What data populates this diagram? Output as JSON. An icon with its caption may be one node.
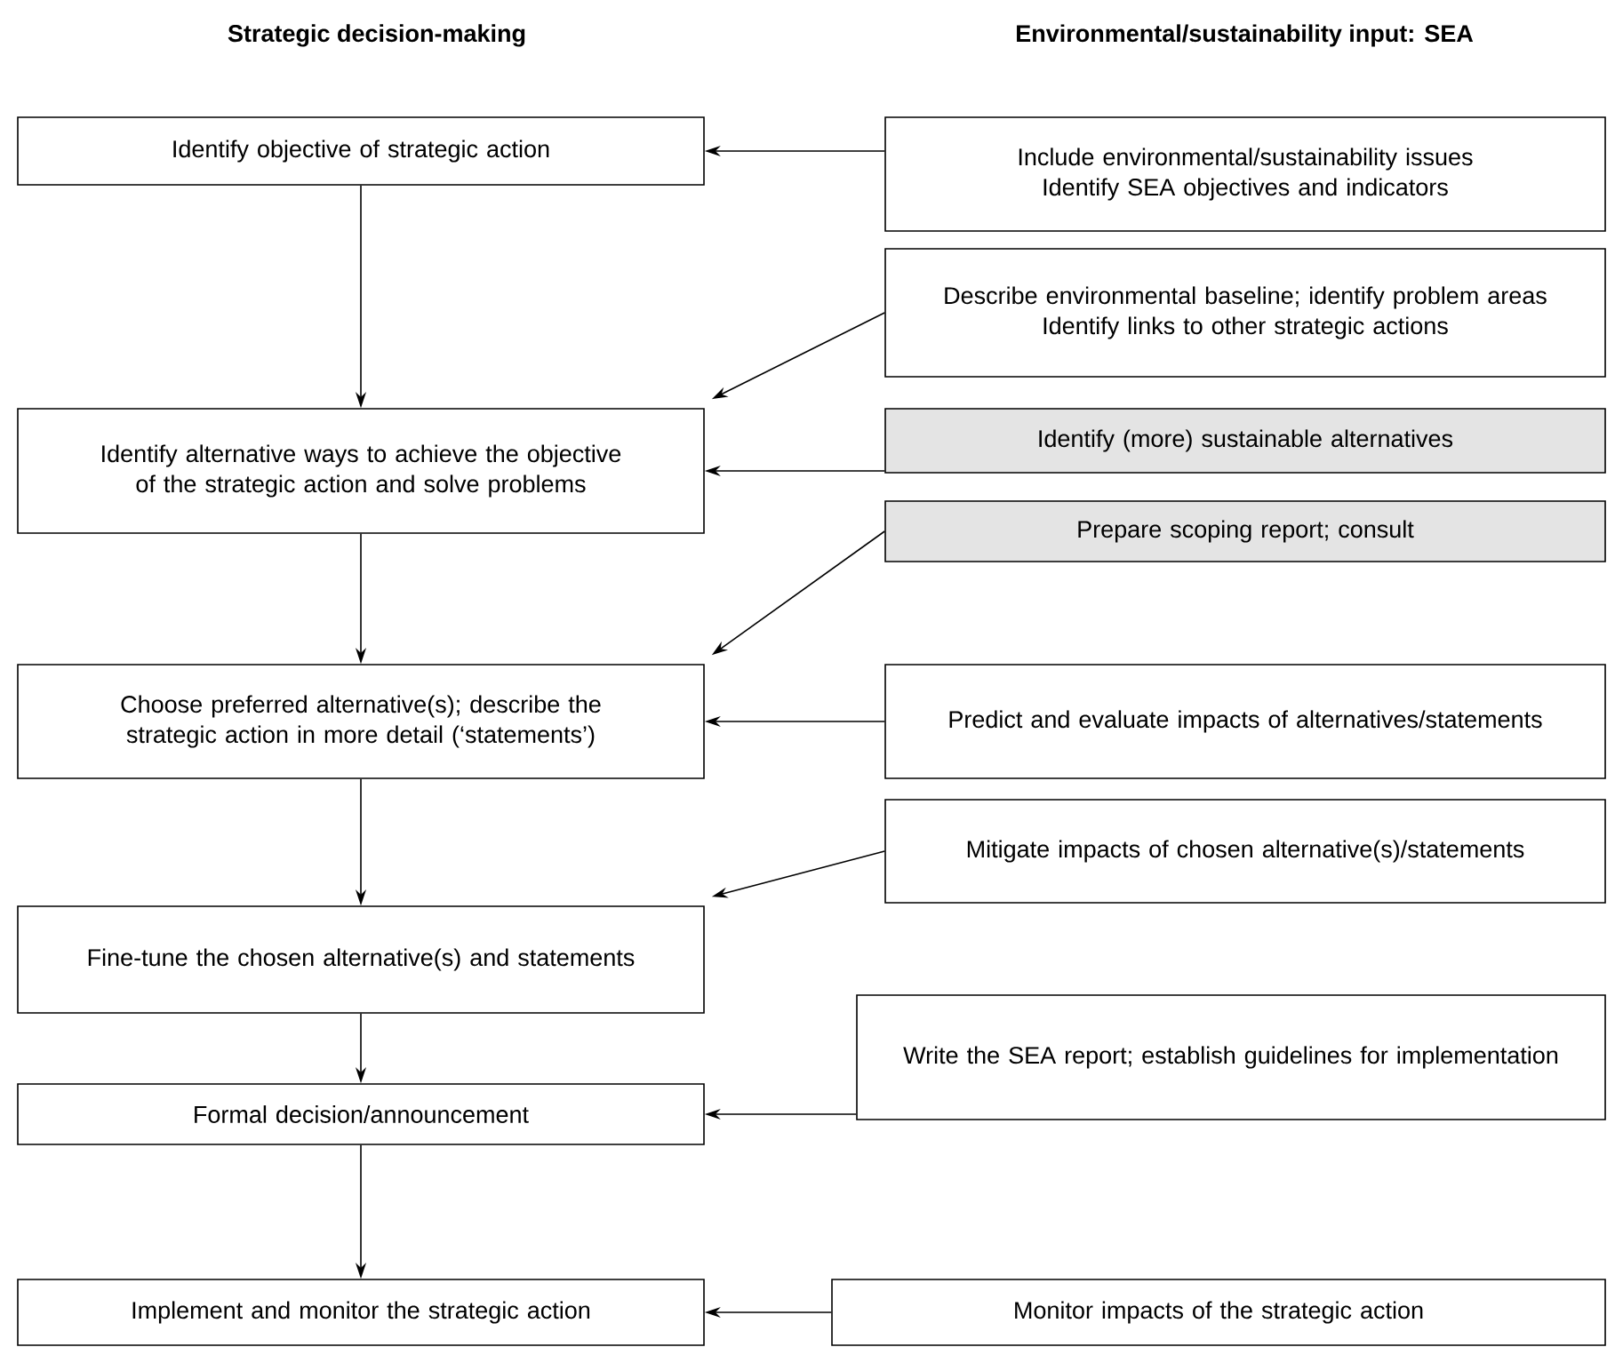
{
  "diagram": {
    "nodes": [
      {
        "text": [
          "Identify objective of strategic action"
        ]
      },
      {
        "text": [
          "Identify alternative ways to achieve the objective of the strategic action and solve problems"
        ]
      },
      {
        "text": [
          "Choose preferred alternative(s); describe the strategic action in more detail (‘statements’)"
        ]
      },
      {
        "text": [
          "Fine-tune the chosen alternative(s) and statements"
        ]
      },
      {
        "text": [
          "Formal decision/announcement"
        ]
      },
      {
        "text": [
          "Implement and monitor the strategic action"
        ]
      },
      {
        "text": [
          "Include environmental/sustainability issues",
          "Identify SEA objectives and indicators"
        ]
      },
      {
        "text": [
          "Describe environmental baseline; identify problem areas",
          "Identify links to other strategic actions"
        ]
      },
      {
        "text": [
          "Identify (more) sustainable alternatives"
        ]
      },
      {
        "text": [
          "Prepare scoping report; consult"
        ]
      },
      {
        "text": [
          "Predict and evaluate impacts of alternatives/statements"
        ]
      },
      {
        "text": [
          "Mitigate impacts of chosen alternative(s)/statements"
        ]
      },
      {
        "text": [
          "Write the SEA report; establish guidelines for implementation"
        ]
      },
      {
        "text": [
          "Monitor impacts of the strategic action"
        ]
      }
    ],
    "edges": [
      {
        "from": 0,
        "to": 1,
        "arrow": "to"
      },
      {
        "from": 1,
        "to": 2,
        "arrow": "to"
      },
      {
        "from": 2,
        "to": 3,
        "arrow": "to"
      },
      {
        "from": 3,
        "to": 4,
        "arrow": "to"
      },
      {
        "from": 4,
        "to": 5,
        "arrow": "to"
      },
      {
        "from": 6,
        "to": 0,
        "arrow": "to"
      },
      {
        "from": 7,
        "to": 1,
        "arrow": "to"
      },
      {
        "from": 8,
        "to": 1,
        "arrow": "to"
      },
      {
        "from": 9,
        "to": 2,
        "arrow": "to"
      },
      {
        "from": 10,
        "to": 2,
        "arrow": "to"
      },
      {
        "from": 11,
        "to": 3,
        "arrow": "to"
      },
      {
        "from": 12,
        "to": 4,
        "arrow": "to"
      },
      {
        "from": 13,
        "to": 5,
        "arrow": "to"
      }
    ],
    "labels": [
      "Strategic decision-making",
      "Environmental/sustainability input: SEA"
    ]
  }
}
